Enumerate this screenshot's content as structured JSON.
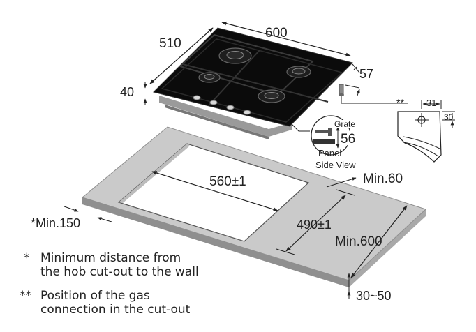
{
  "hob": {
    "width": "600",
    "depth": "510",
    "height": "40",
    "gas_connection_offset": "57"
  },
  "gas_detail": {
    "marker": "**",
    "horizontal": "31",
    "vertical": "30"
  },
  "side_view": {
    "grate_label": "Grate",
    "panel_label": "Panel",
    "title": "Side View",
    "height": "56"
  },
  "countertop": {
    "cutout_width": "560±1",
    "cutout_depth": "490±1",
    "min_front": "Min.60",
    "min_wall": "*Min.150",
    "min_depth": "Min.600",
    "thickness": "30~50"
  },
  "notes": [
    {
      "marker": "*",
      "lines": [
        "Minimum distance from",
        "the hob cut-out to the wall"
      ]
    },
    {
      "marker": "**",
      "lines": [
        "Position of the gas",
        "connection in the cut-out"
      ]
    }
  ],
  "colors": {
    "glass": "#0b0b0b",
    "countertop": "#c9c9c9",
    "countertop_edge": "#9a9a9a",
    "frame": "#8a8a8a"
  }
}
